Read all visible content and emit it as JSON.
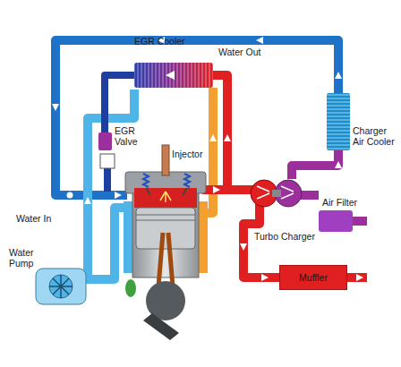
{
  "diagram": {
    "nodes": [
      {
        "text": [
          "Muffler"
        ]
      }
    ],
    "labels": [
      "EGR Cooler",
      "Water Out",
      "EGR Valve",
      "Injector",
      "Charger Air Cooler",
      "Air Filter",
      "Water In",
      "Turbo Charger",
      "Water Pump"
    ]
  }
}
